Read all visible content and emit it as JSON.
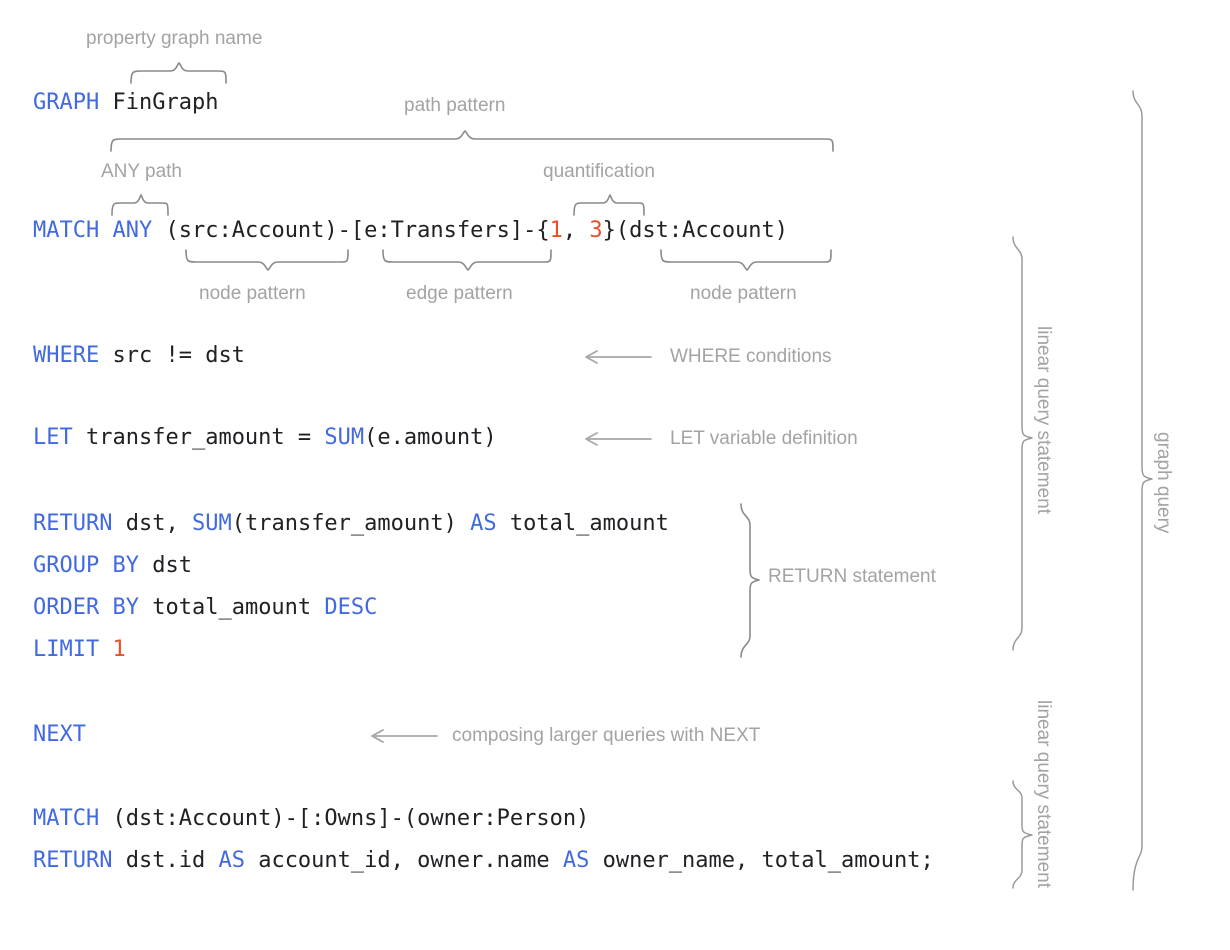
{
  "diagram": {
    "title": "GQL graph query anatomy",
    "colors": {
      "keyword": "#4169E1",
      "literal": "#E8502A",
      "plain": "#202124",
      "annotation": "#a3a3a3",
      "brace": "#8a8a8a",
      "background": "#ffffff"
    }
  },
  "code": {
    "line_graph": {
      "keyword": "GRAPH",
      "rest": " FinGraph"
    },
    "line_match": {
      "kw_match": "MATCH",
      "kw_any": "ANY",
      "node_src": "(src:Account)",
      "dash1": "-",
      "edge": "[e:Transfers]",
      "dash2": "-",
      "brace_open": "{",
      "q_min": "1",
      "q_sep": ", ",
      "q_max": "3",
      "brace_close": "}",
      "node_dst": "(dst:Account)"
    },
    "line_where": {
      "keyword": "WHERE",
      "rest": " src != dst"
    },
    "line_let": {
      "keyword": "LET",
      "mid": " transfer_amount = ",
      "fn": "SUM",
      "args": "(e.amount)"
    },
    "line_return1": {
      "keyword": "RETURN",
      "mid": " dst, ",
      "fn": "SUM",
      "args": "(transfer_amount) ",
      "kw_as": "AS",
      "tail": " total_amount"
    },
    "line_groupby": {
      "kw_group": "GROUP",
      "kw_by": "BY",
      "rest": " dst"
    },
    "line_orderby": {
      "kw_order": "ORDER",
      "kw_by": "BY",
      "mid": " total_amount ",
      "kw_desc": "DESC"
    },
    "line_limit": {
      "keyword": "LIMIT",
      "space": " ",
      "value": "1"
    },
    "line_next": {
      "keyword": "NEXT"
    },
    "line_match2": {
      "keyword": "MATCH",
      "rest": " (dst:Account)-[:Owns]-(owner:Person)"
    },
    "line_return2": {
      "keyword": "RETURN",
      "mid": " dst.id ",
      "kw_as1": "AS",
      "mid2": " account_id, owner.name ",
      "kw_as2": "AS",
      "tail": " owner_name, total_amount;"
    }
  },
  "annotations": {
    "property_graph_name": "property graph name",
    "path_pattern": "path pattern",
    "any_path": "ANY path",
    "quantification": "quantification",
    "node_pattern_left": "node pattern",
    "edge_pattern": "edge pattern",
    "node_pattern_right": "node pattern",
    "where_conditions": "WHERE conditions",
    "let_variable_definition": "LET variable definition",
    "return_statement": "RETURN statement",
    "composing_with_next": "composing larger queries with NEXT",
    "linear_query_statement_1": "linear query statement",
    "linear_query_statement_2": "linear query statement",
    "graph_query": "graph query"
  }
}
